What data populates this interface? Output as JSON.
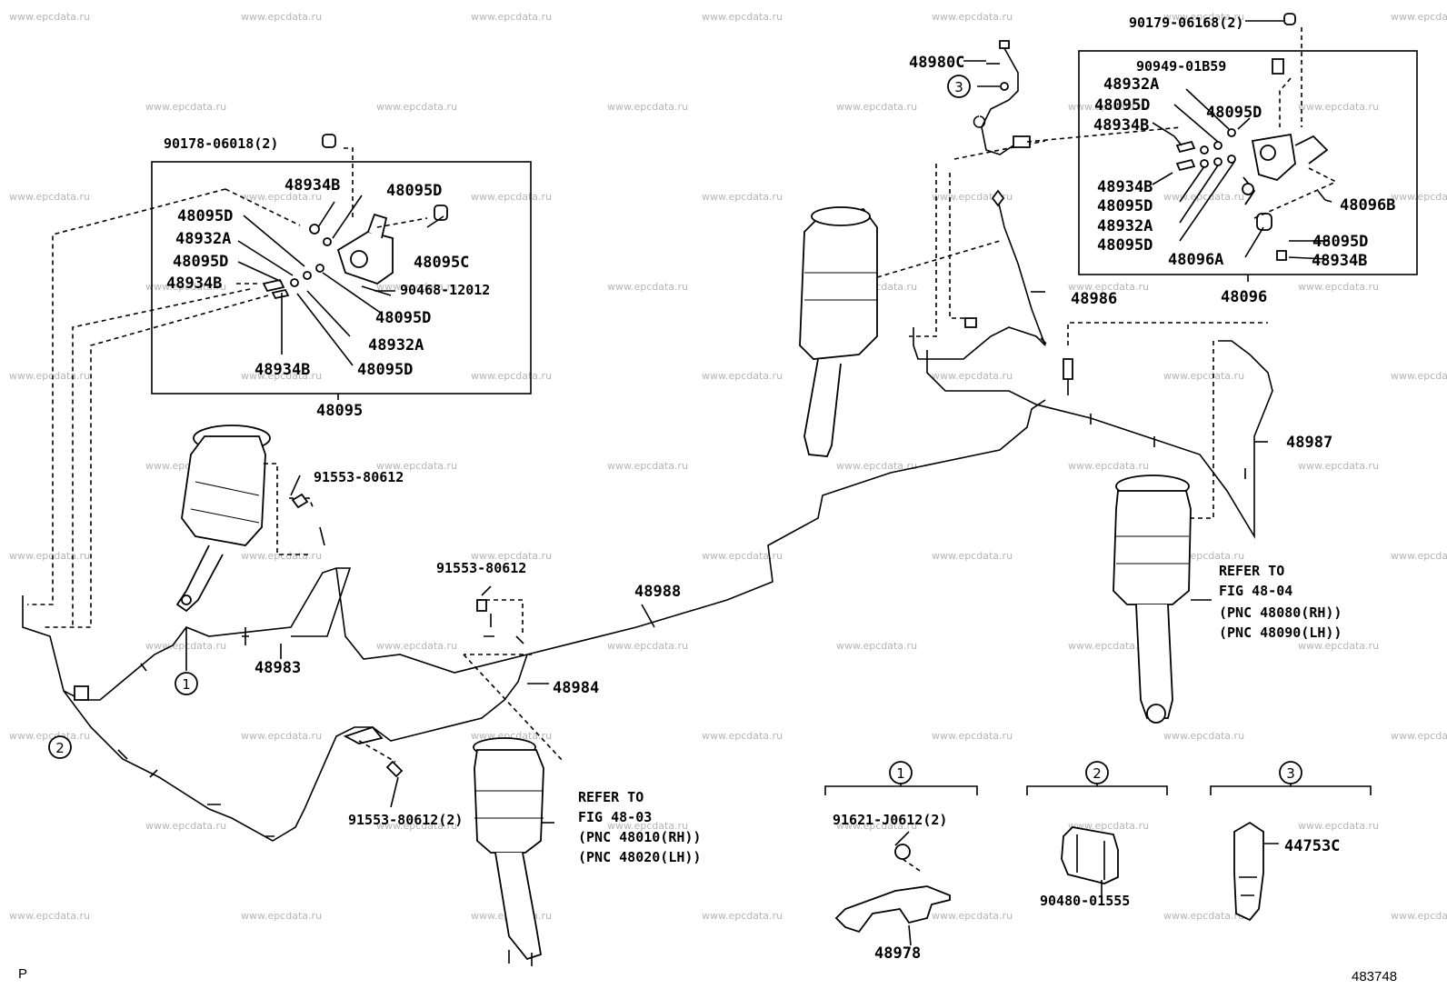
{
  "watermark": "www.epcdata.ru",
  "corner_left": "P",
  "figure_number": "483748",
  "part_labels": {
    "p90178": "90178-06018(2)",
    "p48934b_l1": "48934B",
    "p48095d_l1": "48095D",
    "p48095d_l2": "48095D",
    "p48932a_l1": "48932A",
    "p48095c": "48095C",
    "p48095d_l3": "48095D",
    "p90468": "90468-12012",
    "p48934b_l2": "48934B",
    "p48095d_l4": "48095D",
    "p48932a_l2": "48932A",
    "p48934b_l3": "48934B",
    "p48095d_l5": "48095D",
    "p48095": "48095",
    "p91553_a": "91553-80612",
    "p91553_b": "91553-80612",
    "p91553_c": "91553-80612(2)",
    "p48983": "48983",
    "p48984": "48984",
    "p48988": "48988",
    "p48980c": "48980C",
    "p90179": "90179-06168(2)",
    "p90949": "90949-01B59",
    "p48932a_r1": "48932A",
    "p48095d_r1": "48095D",
    "p48095d_r2": "48095D",
    "p48934b_r1": "48934B",
    "p48934b_r2": "48934B",
    "p48095d_r3": "48095D",
    "p48932a_r2": "48932A",
    "p48095d_r4": "48095D",
    "p48096b": "48096B",
    "p48095d_r5": "48095D",
    "p48096a": "48096A",
    "p48934b_r3": "48934B",
    "p48096": "48096",
    "p48986": "48986",
    "p48987": "48987",
    "p91621": "91621-J0612(2)",
    "p48978": "48978",
    "p90480": "90480-01555",
    "p44753c": "44753C"
  },
  "callouts": {
    "one": "1",
    "two": "2",
    "three": "3"
  },
  "refer_front": {
    "line1": "REFER TO",
    "line2": "FIG 48-03",
    "line3": "(PNC 48010(RH))",
    "line4": "(PNC 48020(LH))"
  },
  "refer_rear": {
    "line1": "REFER TO",
    "line2": "FIG 48-04",
    "line3": "(PNC 48080(RH))",
    "line4": "(PNC 48090(LH))"
  }
}
